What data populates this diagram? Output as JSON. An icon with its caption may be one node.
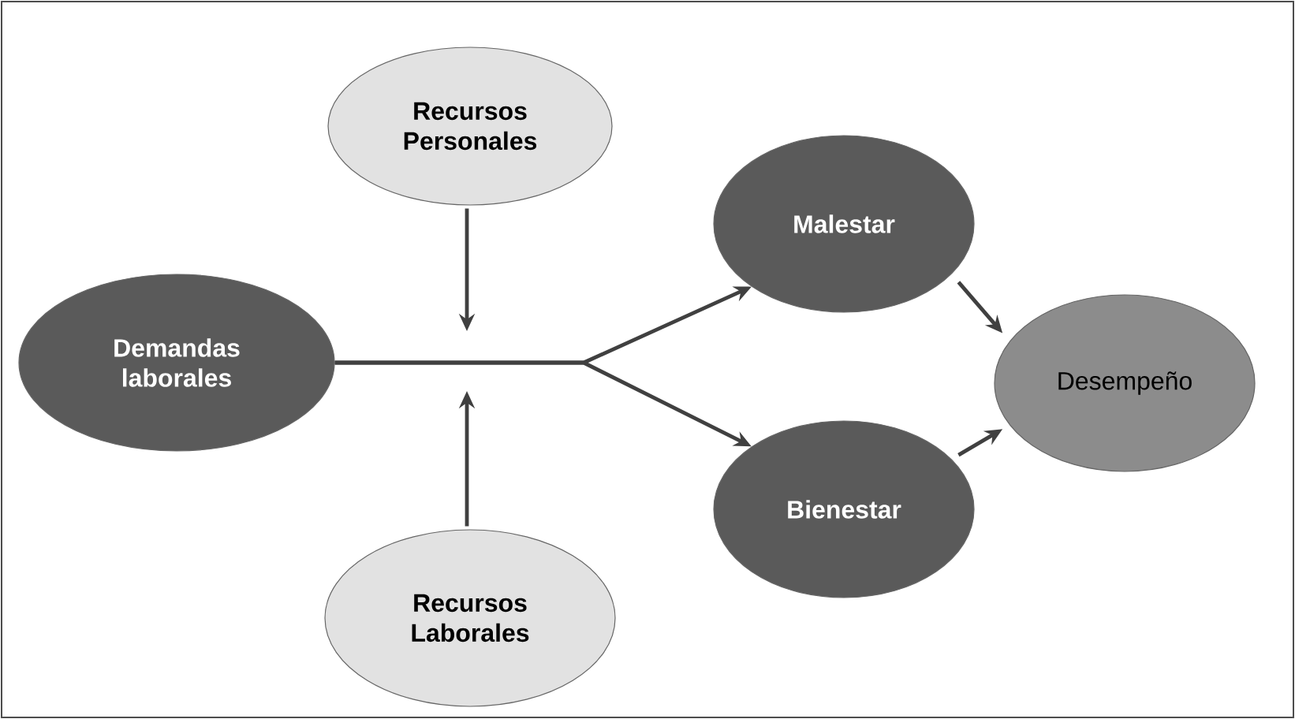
{
  "diagram": {
    "nodes": [
      {
        "text": [
          "Recursos Personales"
        ]
      },
      {
        "text": [
          "Demandas laborales"
        ]
      },
      {
        "text": [
          "Malestar"
        ]
      },
      {
        "text": [
          "Desempeño"
        ]
      },
      {
        "text": [
          "Bienestar"
        ]
      },
      {
        "text": [
          "Recursos Laborales"
        ]
      }
    ],
    "edges": [
      {
        "from": 1,
        "to": 2,
        "arrow": "to"
      },
      {
        "from": 1,
        "to": 4,
        "arrow": "to"
      },
      {
        "from": 0,
        "to": null,
        "arrow": "to"
      },
      {
        "from": 5,
        "to": null,
        "arrow": "to"
      },
      {
        "from": 2,
        "to": 3,
        "arrow": "to"
      },
      {
        "from": 4,
        "to": 3,
        "arrow": "to"
      }
    ]
  }
}
